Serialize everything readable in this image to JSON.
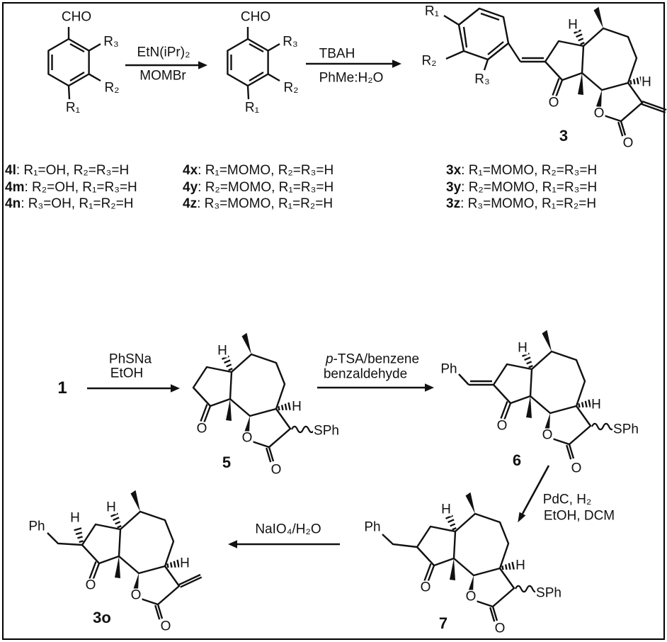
{
  "figure": {
    "type": "reaction-scheme"
  },
  "structures": {
    "aryl_a": {
      "cho": "CHO",
      "r1": "R₁",
      "r2": "R₂",
      "r3": "R₃"
    },
    "aryl_b": {
      "cho": "CHO",
      "r1": "R₁",
      "r2": "R₂",
      "r3": "R₃"
    },
    "c3": {
      "r1": "R₁",
      "r2": "R₂",
      "r3": "R₃",
      "h1": "H",
      "h2": "H",
      "o_ketone": "O",
      "o_ring": "O",
      "o_carbonyl": "O",
      "num": "3"
    },
    "c1": {
      "num": "1"
    },
    "c5": {
      "h1": "H",
      "h2": "H",
      "o_ketone": "O",
      "o_ring": "O",
      "o_carbonyl": "O",
      "sph": "SPh",
      "num": "5"
    },
    "c6": {
      "ph": "Ph",
      "h1": "H",
      "h2": "H",
      "o_ketone": "O",
      "o_ring": "O",
      "o_carbonyl": "O",
      "sph": "SPh",
      "num": "6"
    },
    "c7": {
      "ph": "Ph",
      "h1": "H",
      "h2": "H",
      "o_ketone": "O",
      "o_ring": "O",
      "o_carbonyl": "O",
      "sph": "SPh",
      "num": "7"
    },
    "c3o": {
      "ph": "Ph",
      "h_benzylic": "H",
      "h1": "H",
      "h2": "H",
      "o_ketone": "O",
      "o_ring": "O",
      "o_carbonyl": "O",
      "num": "3o"
    }
  },
  "reactions": {
    "step1": {
      "above": "EtN(iPr)₂",
      "below": "MOMBr"
    },
    "step2": {
      "above": "TBAH",
      "below": "PhMe:H₂O"
    },
    "step3": {
      "above1": "PhSNa",
      "above2": "EtOH"
    },
    "step4": {
      "above1_italic": "p",
      "above1_rest": "-TSA/benzene",
      "above2": "benzaldehyde"
    },
    "step5": {
      "line1": "PdC, H₂",
      "line2": "EtOH, DCM"
    },
    "step6": {
      "above": "NaIO₄/H₂O"
    }
  },
  "legend": {
    "col1": [
      {
        "id": "4l",
        "rest": ": R₁=OH, R₂=R₃=H"
      },
      {
        "id": "4m",
        "rest": ": R₂=OH, R₁=R₃=H"
      },
      {
        "id": "4n",
        "rest": ": R₃=OH, R₁=R₂=H"
      }
    ],
    "col2": [
      {
        "id": "4x",
        "rest": ": R₁=MOMO, R₂=R₃=H"
      },
      {
        "id": "4y",
        "rest": ": R₂=MOMO, R₁=R₃=H"
      },
      {
        "id": "4z",
        "rest": ": R₃=MOMO, R₁=R₂=H"
      }
    ],
    "col3": [
      {
        "id": "3x",
        "rest": ": R₁=MOMO, R₂=R₃=H"
      },
      {
        "id": "3y",
        "rest": ": R₂=MOMO, R₁=R₃=H"
      },
      {
        "id": "3z",
        "rest": ": R₃=MOMO, R₁=R₂=H"
      }
    ]
  },
  "colors": {
    "ink": "#111111",
    "background": "#ffffff"
  }
}
